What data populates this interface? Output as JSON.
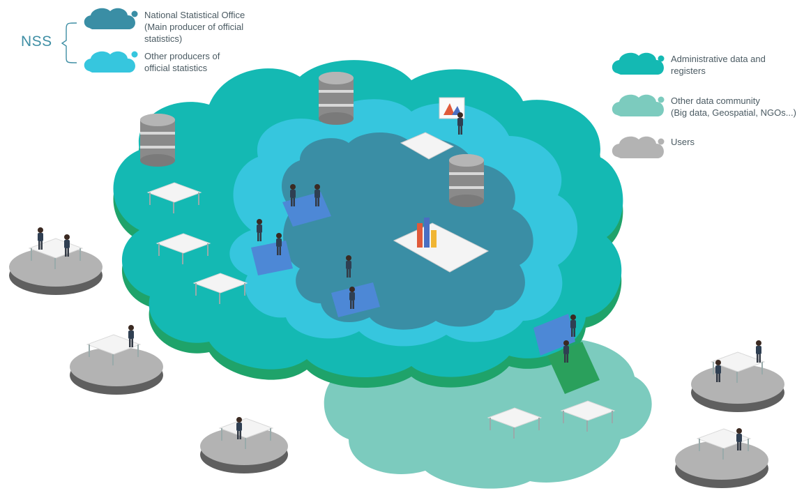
{
  "nss": {
    "label": "NSS",
    "items": [
      {
        "text": "National Statistical Office\n(Main producer of official\nstatistics)",
        "color": "#3a8ea5",
        "dot": "#3a8ea5"
      },
      {
        "text": "Other producers of\nofficial statistics",
        "color": "#36c6de",
        "dot": "#36c6de"
      }
    ]
  },
  "legend": {
    "items": [
      {
        "text": "Administrative data and\nregisters",
        "color": "#14b9b3",
        "dot": "#14b9b3"
      },
      {
        "text": "Other data community\n(Big data, Geospatial, NGOs...)",
        "color": "#7ccbbe",
        "dot": "#7ccbbe"
      },
      {
        "text": "Users",
        "color": "#b3b3b3",
        "dot": "#b3b3b3"
      }
    ]
  },
  "colors": {
    "admin_cloud": "#14b9b3",
    "admin_cloud_side": "#1fa36a",
    "other_producers_cloud": "#36c6de",
    "nso_cloud": "#3a8ea5",
    "data_community_cloud": "#7ccbbe",
    "user_platform": "#b3b3b3",
    "user_platform_side": "#6f6f6f",
    "database": "#8f8f8f"
  }
}
